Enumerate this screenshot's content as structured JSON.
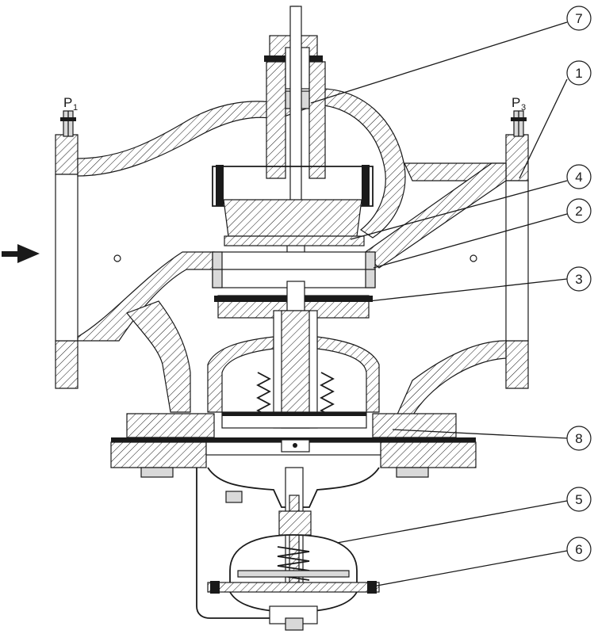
{
  "pressure_ports": {
    "p1": "P",
    "p1_sub": "1",
    "p3": "P",
    "p3_sub": "3"
  },
  "callouts": [
    {
      "id": "c7",
      "number": "7"
    },
    {
      "id": "c1",
      "number": "1"
    },
    {
      "id": "c4",
      "number": "4"
    },
    {
      "id": "c2",
      "number": "2"
    },
    {
      "id": "c3",
      "number": "3"
    },
    {
      "id": "c8",
      "number": "8"
    },
    {
      "id": "c5",
      "number": "5"
    },
    {
      "id": "c6",
      "number": "6"
    }
  ],
  "colors": {
    "line": "#1a1a1a",
    "background": "#ffffff",
    "hatch": "#1a1a1a"
  },
  "icons": {
    "flow": "flow-direction-arrow-icon"
  }
}
